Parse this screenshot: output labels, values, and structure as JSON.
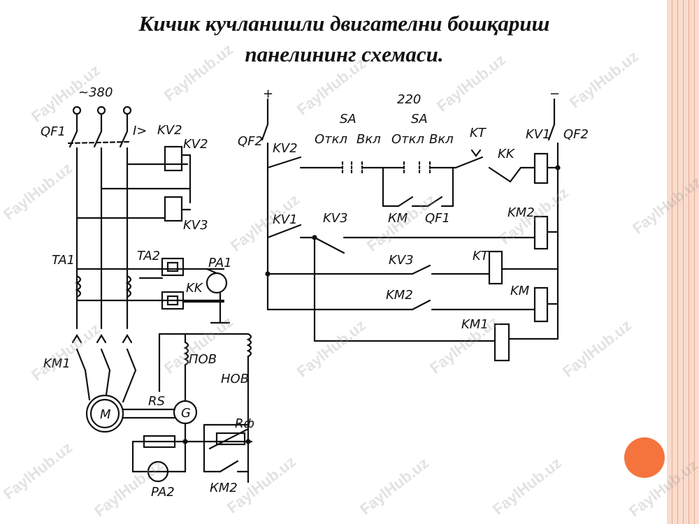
{
  "slide": {
    "title_line1": "Кичик кучланишли двигателни бошқариш",
    "title_line2": "панелининг схемаси.",
    "watermark": "FaylHub.uz",
    "accent_color": "#f5743e",
    "border_color": "#f9dccd"
  },
  "labels": {
    "v380": "~380",
    "qf1": "QF1",
    "i_gt": "I>",
    "kv2_a": "KV2",
    "kv2_b": "KV2",
    "kv3_coil": "KV3",
    "ta1": "TA1",
    "ta2": "TA2",
    "pa1": "PA1",
    "kk_coil": "KK",
    "km1_left": "KM1",
    "pov": "ПОВ",
    "nov": "НОВ",
    "m": "M",
    "g": "G",
    "rs": "RS",
    "rf": "Rф",
    "pa2": "PA2",
    "km2_bottom": "КМ2",
    "plus": "+",
    "minus": "−",
    "v220": "220",
    "qf2_left": "QF2",
    "qf2_right": "QF2",
    "sa1": "SA",
    "sa2": "SA",
    "otkl1": "Откл",
    "vkl1": "Вкл",
    "otkl2": "Откл",
    "vkl2": "Вкл",
    "kv2_contact": "KV2",
    "kt_top": "KT",
    "kk_top": "KK",
    "kv1_top": "KV1",
    "km_small": "КМ",
    "qf1_small": "QF1",
    "kv1_mid": "KV1",
    "kv3_mid": "KV3",
    "km2_coil": "KM2",
    "kv3_row": "KV3",
    "kt_coil": "KT",
    "km2_row": "KM2",
    "km_coil": "KM",
    "km1_coil": "KM1"
  }
}
